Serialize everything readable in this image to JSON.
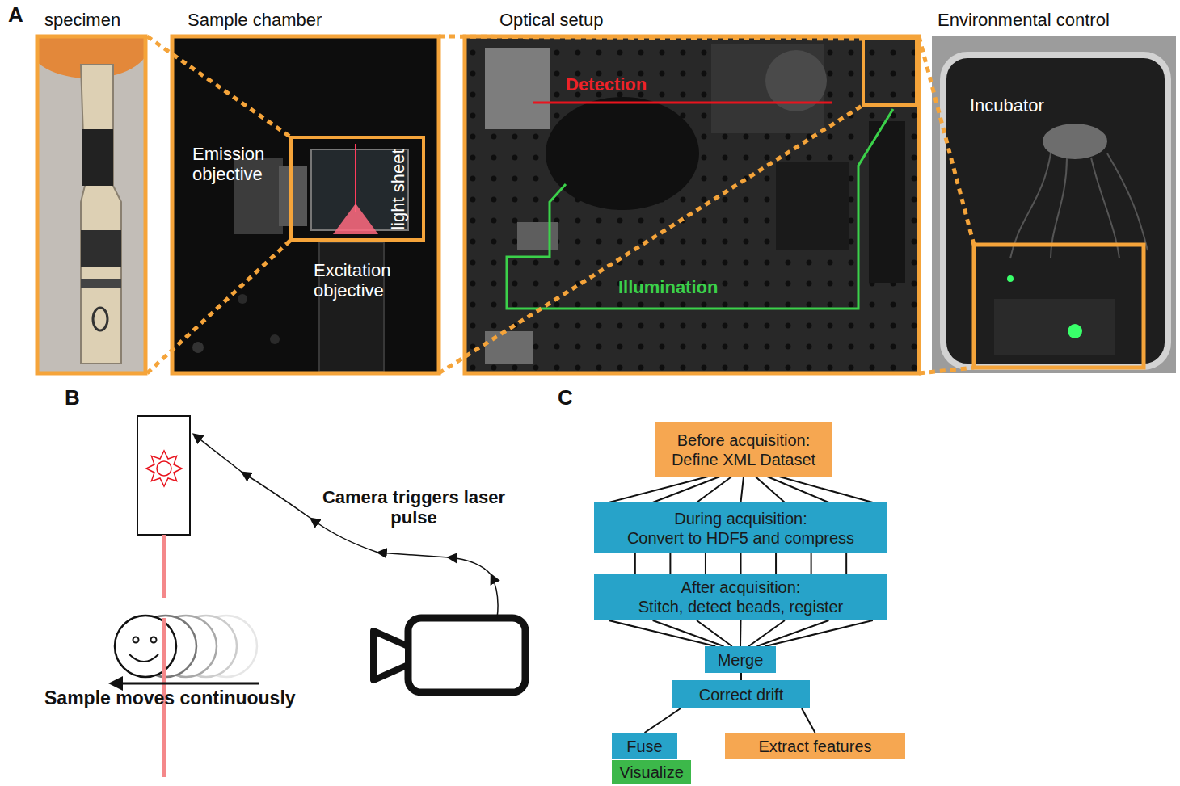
{
  "diagram": {
    "nodes": [
      {
        "text": [
          "Before acquisition:",
          "Define XML Dataset"
        ]
      },
      {
        "text": [
          "During acquisition:",
          "Convert to HDF5 and compress"
        ]
      },
      {
        "text": [
          "After acquisition:",
          "Stitch, detect beads, register"
        ]
      },
      {
        "text": [
          "Merge"
        ]
      },
      {
        "text": [
          "Correct drift"
        ]
      },
      {
        "text": [
          "Fuse"
        ]
      },
      {
        "text": [
          "Visualize"
        ]
      },
      {
        "text": [
          "Extract features"
        ]
      }
    ],
    "edges": [
      {
        "from": 0,
        "to": 1,
        "arrow": "none"
      },
      {
        "from": 0,
        "to": 1,
        "arrow": "none"
      },
      {
        "from": 0,
        "to": 1,
        "arrow": "none"
      },
      {
        "from": 0,
        "to": 1,
        "arrow": "none"
      },
      {
        "from": 0,
        "to": 1,
        "arrow": "none"
      },
      {
        "from": 0,
        "to": 1,
        "arrow": "none"
      },
      {
        "from": 0,
        "to": 1,
        "arrow": "none"
      },
      {
        "from": 1,
        "to": 2,
        "arrow": "none"
      },
      {
        "from": 1,
        "to": 2,
        "arrow": "none"
      },
      {
        "from": 1,
        "to": 2,
        "arrow": "none"
      },
      {
        "from": 1,
        "to": 2,
        "arrow": "none"
      },
      {
        "from": 1,
        "to": 2,
        "arrow": "none"
      },
      {
        "from": 1,
        "to": 2,
        "arrow": "none"
      },
      {
        "from": 1,
        "to": 2,
        "arrow": "none"
      },
      {
        "from": 2,
        "to": 3,
        "arrow": "none"
      },
      {
        "from": 2,
        "to": 3,
        "arrow": "none"
      },
      {
        "from": 2,
        "to": 3,
        "arrow": "none"
      },
      {
        "from": 2,
        "to": 3,
        "arrow": "none"
      },
      {
        "from": 2,
        "to": 3,
        "arrow": "none"
      },
      {
        "from": 2,
        "to": 3,
        "arrow": "none"
      },
      {
        "from": 2,
        "to": 3,
        "arrow": "none"
      },
      {
        "from": 3,
        "to": 4,
        "arrow": "none"
      },
      {
        "from": 4,
        "to": 5,
        "arrow": "none"
      },
      {
        "from": 4,
        "to": 7,
        "arrow": "none"
      }
    ],
    "labels": [
      "A",
      "specimen",
      "Sample chamber",
      "Emission objective",
      "light sheet",
      "Excitation objective",
      "Optical setup",
      "Detection",
      "Illumination",
      "Environmental control",
      "Incubator",
      "B",
      "Camera triggers laser pulse",
      "Sample moves continuously",
      "C"
    ]
  }
}
